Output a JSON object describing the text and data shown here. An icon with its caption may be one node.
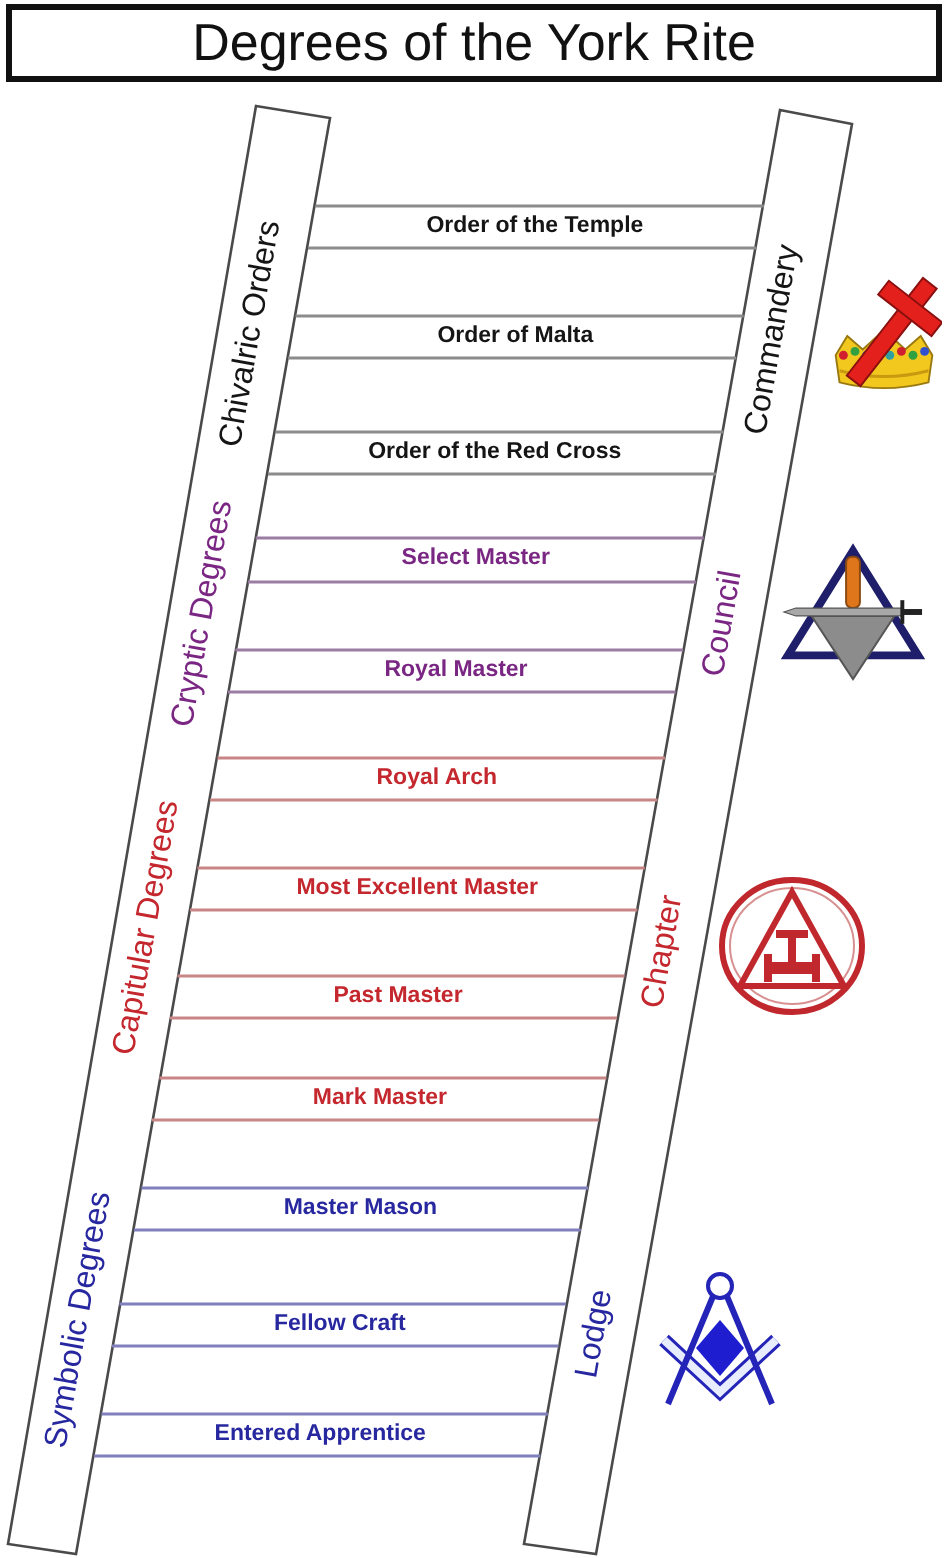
{
  "diagram": {
    "title": "Degrees of the York Rite",
    "nodes": [
      {
        "text": [
          "Chivalric Orders",
          "Cryptic Degrees",
          "Capitular Degrees",
          "Symbolic Degrees"
        ]
      },
      {
        "text": [
          "Commandery",
          "Council",
          "Chapter",
          "Lodge"
        ]
      },
      {
        "text": [
          "Order of the Temple"
        ]
      },
      {
        "text": [
          "Order of Malta"
        ]
      },
      {
        "text": [
          "Order of the Red Cross"
        ]
      },
      {
        "text": [
          "Select Master"
        ]
      },
      {
        "text": [
          "Royal Master"
        ]
      },
      {
        "text": [
          "Royal Arch"
        ]
      },
      {
        "text": [
          "Most Excellent Master"
        ]
      },
      {
        "text": [
          "Past Master"
        ]
      },
      {
        "text": [
          "Mark Master"
        ]
      },
      {
        "text": [
          "Master Mason"
        ]
      },
      {
        "text": [
          "Fellow Craft"
        ]
      },
      {
        "text": [
          "Entered Apprentice"
        ]
      }
    ]
  }
}
